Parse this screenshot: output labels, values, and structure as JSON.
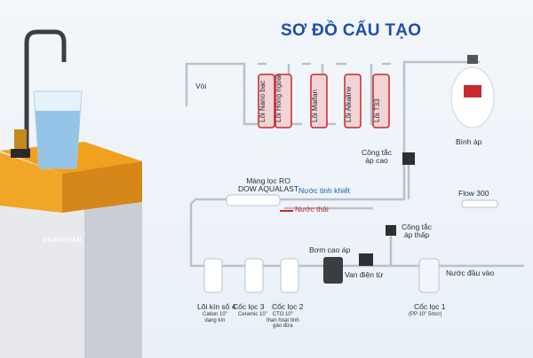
{
  "title": "SƠ ĐỒ CẤU TẠO",
  "brand": "DAIKIOSAN",
  "labels": {
    "voi": "Vòi",
    "binh_ap": "Bình áp",
    "cong_tac_ap_cao": "Công tắc\náp cao",
    "mang_loc_ro": "Màng lọc RO\nDOW AQUALAST",
    "nuoc_tinh_khiet": "Nước tinh khiết",
    "nuoc_thai": "Nước thải",
    "flow": "Flow 300",
    "cong_tac_ap_thap": "Công tắc\náp thấp",
    "bom_cao_ap": "Bơm cao áp",
    "van_dien_tu": "Van điện từ",
    "nuoc_dau_vao": "Nước đầu vào"
  },
  "cores_top": [
    {
      "name": "Lõi Nano bạc"
    },
    {
      "name": "Lõi Hồng ngoại"
    },
    {
      "name": "Lõi Maifan"
    },
    {
      "name": "Lõi Alkaline"
    },
    {
      "name": "Lõi T33"
    }
  ],
  "cups": [
    {
      "name": "Lõi kín số 4",
      "detail": "Cation 10\"\ndạng kín"
    },
    {
      "name": "Cốc lọc 3",
      "detail": "Ceramic 10\""
    },
    {
      "name": "Cốc lọc 2",
      "detail": "CTO 10\"\nthan hoạt tính\ngáo dừa"
    },
    {
      "name": "Cốc lọc 1",
      "detail": "(PP 10\" 5mcr)"
    }
  ],
  "colors": {
    "title": "#1f4fa8",
    "core": "#c8282e",
    "pipe": "#b8c2cc",
    "accent": "#e8a020"
  }
}
